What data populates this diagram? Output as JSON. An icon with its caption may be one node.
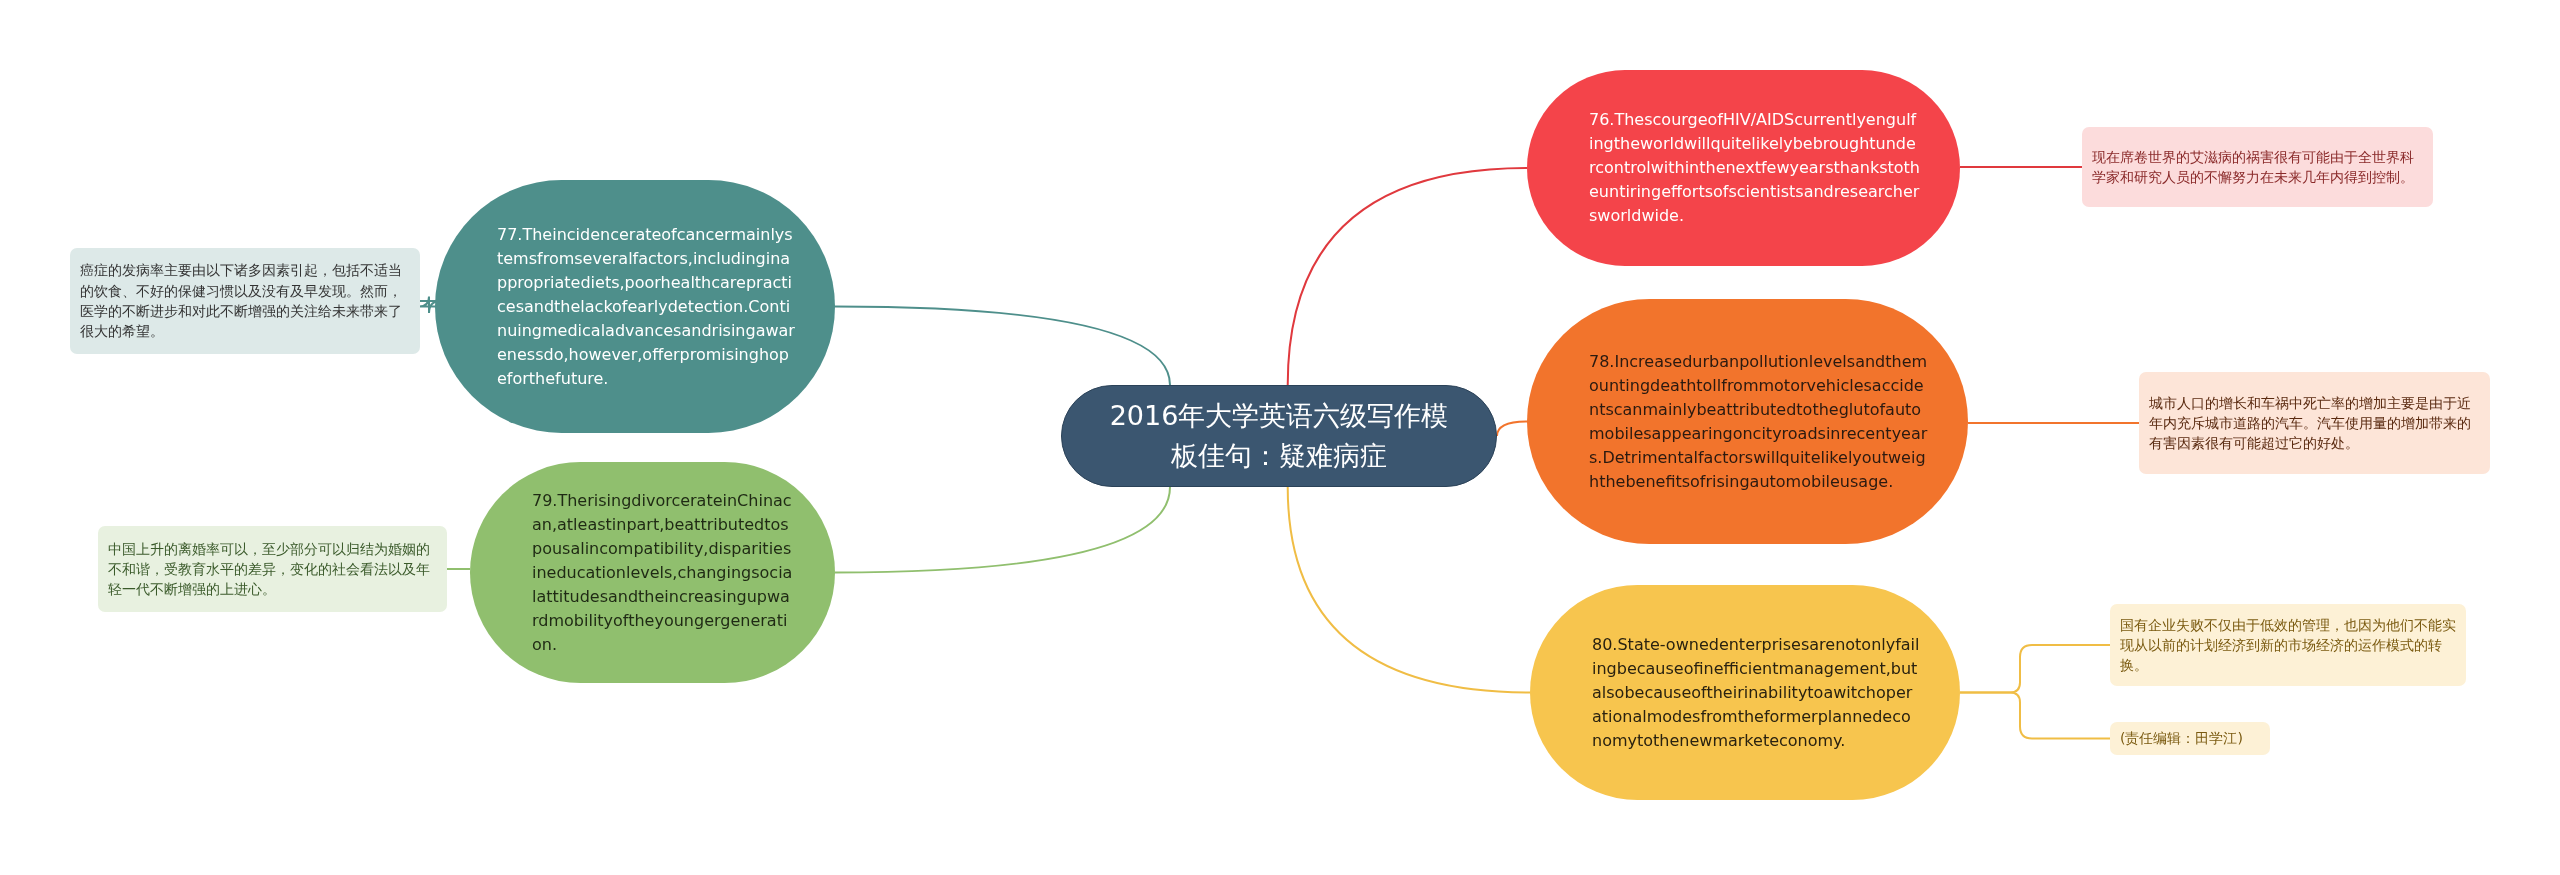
{
  "diagram": {
    "nodes": [
      {
        "text": [
          "2016年大学英语六级写作模板佳句：疑难病症"
        ]
      },
      {
        "text": [
          "76.ThescourgeofHIV/AIDScurrentlyengulfingtheworldwillquitelikelybebroughtundercontrolwithinthenextfewyearsthankstotheuntiringeffortsofscientistsandresearchersworldwide."
        ]
      },
      {
        "text": [
          "现在席卷世界的艾滋病的祸害很有可能由于全世界科学家和研究人员的不懈努力在未来几年内得到控制。"
        ]
      },
      {
        "text": [
          "77.Theincidencerateofcancermainlystemsfromseveralfactors,includinginappropriatediets,poorhealthcarepracticesandthelackofearlydetection.Continuingmedicaladvancesandrisingawarenessdo,however,offerpromisinghopeforthefuture."
        ]
      },
      {
        "text": [
          "癌症的发病率主要由以下诸多因素引起，包括不适当的饮食、不好的保健习惯以及没有及早发现。然而，医学的不断进步和对此不断增强的关注给未来带来了很大的希望。"
        ]
      },
      {
        "text": [
          "78.Increasedurbanpollutionlevelsandthemountingdeathtollfrommotorvehiclesaccidentscanmainlybeattributedtotheglutofautomobilesappearingoncityroadsinrecentyears.Detrimentalfactorswillquitelikelyoutweighthebenefitsofrisingautomobileusage."
        ]
      },
      {
        "text": [
          "城市人口的增长和车祸中死亡率的增加主要是由于近年内充斥城市道路的汽车。汽车使用量的增加带来的有害因素很有可能超过它的好处。"
        ]
      },
      {
        "text": [
          "79.TherisingdivorcerateinChinacan,atleastinpart,beattributedtospousalincompatibility,disparitiesineducationlevels,changingsocialattitudesandtheincreasingupwardmobilityoftheyoungergeneration."
        ]
      },
      {
        "text": [
          "中国上升的离婚率可以，至少部分可以归结为婚姻的不和谐，受教育水平的差异，变化的社会看法以及年轻一代不断增强的上进心。"
        ]
      },
      {
        "text": [
          "80.State-ownedenterprisesarenotonlyfailingbecauseofinefficientmanagement,butalsobecauseoftheirinabilitytoawitchoperationalmodesfromtheformerplannedeconomytothenewmarketeconomy."
        ]
      },
      {
        "text": [
          "国有企业失败不仅由于低效的管理，也因为他们不能实现从以前的计划经济到新的市场经济的运作模式的转换。"
        ]
      },
      {
        "text": [
          "(责任编辑：田学江)"
        ]
      }
    ],
    "edges": [
      {
        "from": 0,
        "to": 1,
        "arrow": "none",
        "color": "#e0393e"
      },
      {
        "from": 1,
        "to": 2,
        "arrow": "none",
        "color": "#e0393e"
      },
      {
        "from": 0,
        "to": 3,
        "arrow": "none",
        "color": "#4e8f8b"
      },
      {
        "from": 3,
        "to": 4,
        "arrow": "none",
        "color": "#4e8f8b"
      },
      {
        "from": 0,
        "to": 5,
        "arrow": "none",
        "color": "#f2742c"
      },
      {
        "from": 5,
        "to": 6,
        "arrow": "none",
        "color": "#f2742c"
      },
      {
        "from": 0,
        "to": 7,
        "arrow": "none",
        "color": "#90bf6e"
      },
      {
        "from": 7,
        "to": 8,
        "arrow": "none",
        "color": "#90bf6e"
      },
      {
        "from": 0,
        "to": 9,
        "arrow": "none",
        "color": "#f0bd45"
      },
      {
        "from": 9,
        "to": 10,
        "arrow": "none",
        "color": "#f0bd45"
      },
      {
        "from": 9,
        "to": 11,
        "arrow": "none",
        "color": "#f0bd45"
      }
    ]
  }
}
